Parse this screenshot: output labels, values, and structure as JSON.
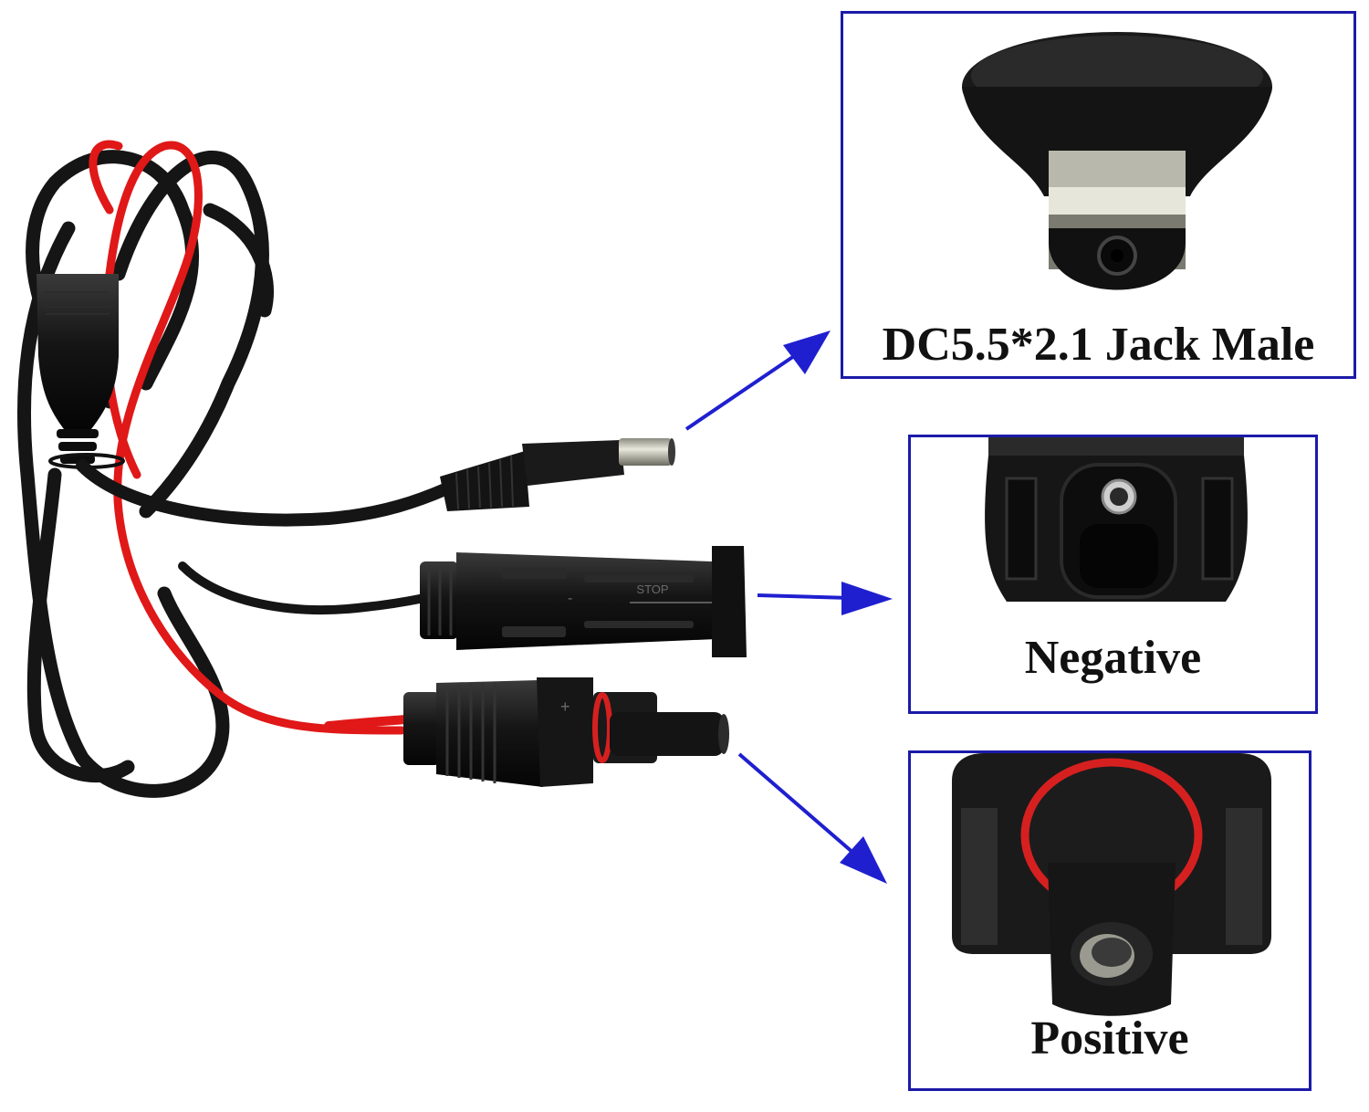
{
  "callouts": {
    "dc_jack": {
      "label": "DC5.5*2.1 Jack Male"
    },
    "negative": {
      "label": "Negative"
    },
    "positive": {
      "label": "Positive"
    }
  },
  "connector_marks": {
    "stop_text": "STOP",
    "plus_sign": "+",
    "minus_sign": "-"
  },
  "colors": {
    "frame_blue": "#1b1aa8",
    "arrow_blue": "#1f1fd0",
    "cable_black": "#151515",
    "cable_red": "#e01818",
    "seal_red": "#d62020"
  },
  "icons": {
    "arrow_to_dc": "arrow-icon",
    "arrow_to_negative": "arrow-icon",
    "arrow_to_positive": "arrow-icon"
  }
}
